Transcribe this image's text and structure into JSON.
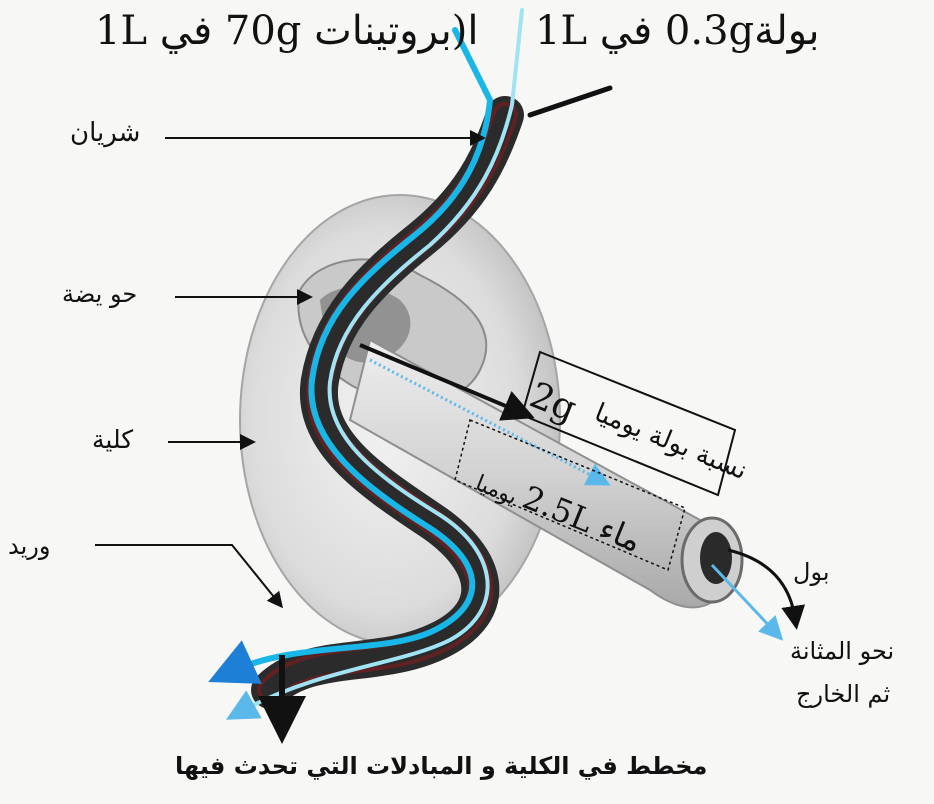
{
  "labels": {
    "top_right": "بولة0.3g في 1L",
    "top_left": "ا(بروتينات 70g في 1L",
    "artery": "شريان",
    "capsule": "حو يضة",
    "kidney": "كلية",
    "vein": "وريد",
    "urea_amount": "2g",
    "urea_ratio": "نسبة بولة يوميا",
    "water_amount": "ماء 2.5L",
    "water_daily": "يوميا",
    "urine": "بول",
    "bladder_line1": "نحو المثانة",
    "bladder_line2": "ثم الخارج",
    "caption": "مخطط في الكلية و المبادلات التي تحدث فيها"
  },
  "colors": {
    "blood_dark": "#2b2b2b",
    "blood_red": "#8a1a1a",
    "plasma_blue": "#19b6e8",
    "urea_light": "#9fe3f5",
    "arrow_blue": "#1e7fd6",
    "arrow_light": "#5ab9ea",
    "kidney_fill": "#e2e2e2"
  }
}
